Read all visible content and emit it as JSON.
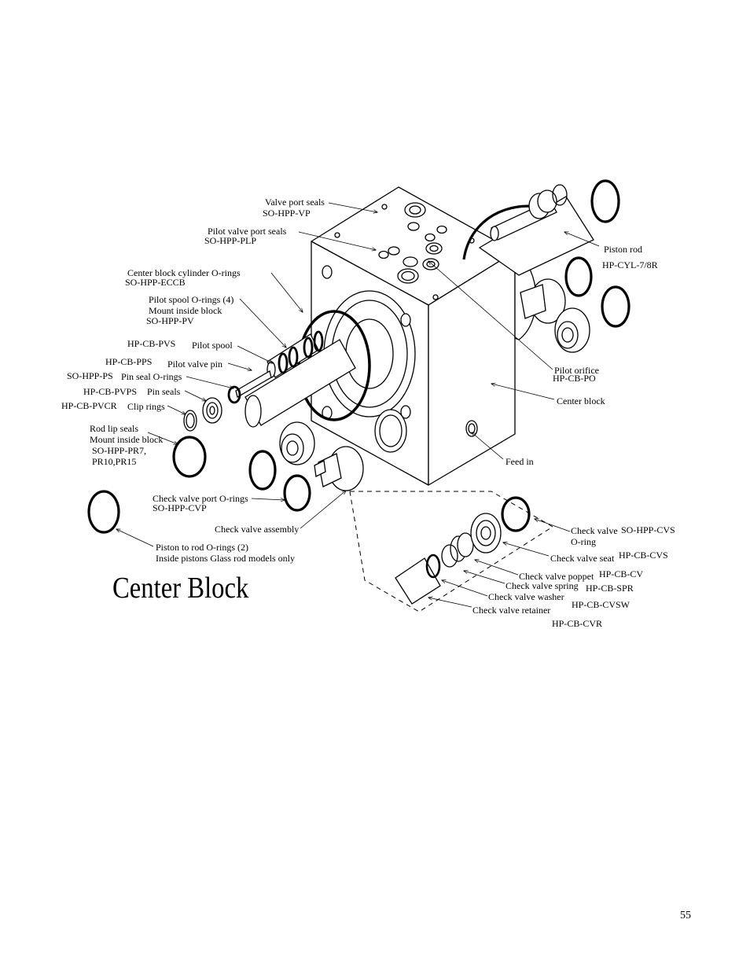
{
  "title": "Center Block",
  "page_number": "55",
  "labels": {
    "valve_port_seals": "Valve port seals",
    "valve_port_seals_pn": "SO-HPP-VP",
    "pilot_valve_port_seals": "Pilot valve port seals",
    "pilot_valve_port_seals_pn": "SO-HPP-PLP",
    "cb_cyl_orings": "Center block cylinder O-rings",
    "cb_cyl_orings_pn": "SO-HPP-ECCB",
    "pilot_spool_orings": "Pilot spool O-rings (4)",
    "mount_inside_block_1": "Mount inside block",
    "pilot_spool_orings_pn": "SO-HPP-PV",
    "pilot_spool_pn": "HP-CB-PVS",
    "pilot_spool": "Pilot spool",
    "pilot_valve_pin_pn": "HP-CB-PPS",
    "pilot_valve_pin": "Pilot valve pin",
    "pin_seal_orings_pn": "SO-HPP-PS",
    "pin_seal_orings": "Pin seal O-rings",
    "pin_seals_pn": "HP-CB-PVPS",
    "pin_seals": "Pin seals",
    "clip_rings_pn": "HP-CB-PVCR",
    "clip_rings": "Clip rings",
    "rod_lip_seals": "Rod lip seals",
    "mount_inside_block_2": "Mount inside block",
    "rod_lip_seals_pn1": "SO-HPP-PR7,",
    "rod_lip_seals_pn2": "PR10,PR15",
    "cv_port_orings": "Check valve port O-rings",
    "cv_port_orings_pn": "SO-HPP-CVP",
    "cv_assembly": "Check valve assembly",
    "piston_rod_orings": "Piston to rod O-rings (2)",
    "piston_rod_orings_note": "Inside pistons  Glass rod models only",
    "piston_rod": "Piston rod",
    "piston_rod_pn": "HP-CYL-7/8R",
    "pilot_orifice": "Pilot orifice",
    "pilot_orifice_pn": "HP-CB-PO",
    "center_block": "Center block",
    "feed_in": "Feed in",
    "cv_oring_1": "Check valve",
    "cv_oring_pn": "SO-HPP-CVS",
    "cv_oring_2": "O-ring",
    "cv_seat": "Check valve seat",
    "cv_seat_pn": "HP-CB-CVS",
    "cv_poppet": "Check valve poppet",
    "cv_poppet_pn": "HP-CB-CV",
    "cv_spring": "Check valve spring",
    "cv_spring_pn": "HP-CB-SPR",
    "cv_washer": "Check valve washer",
    "cv_washer_pn": "HP-CB-CVSW",
    "cv_retainer": "Check valve retainer",
    "cv_retainer_pn": "HP-CB-CVR"
  }
}
